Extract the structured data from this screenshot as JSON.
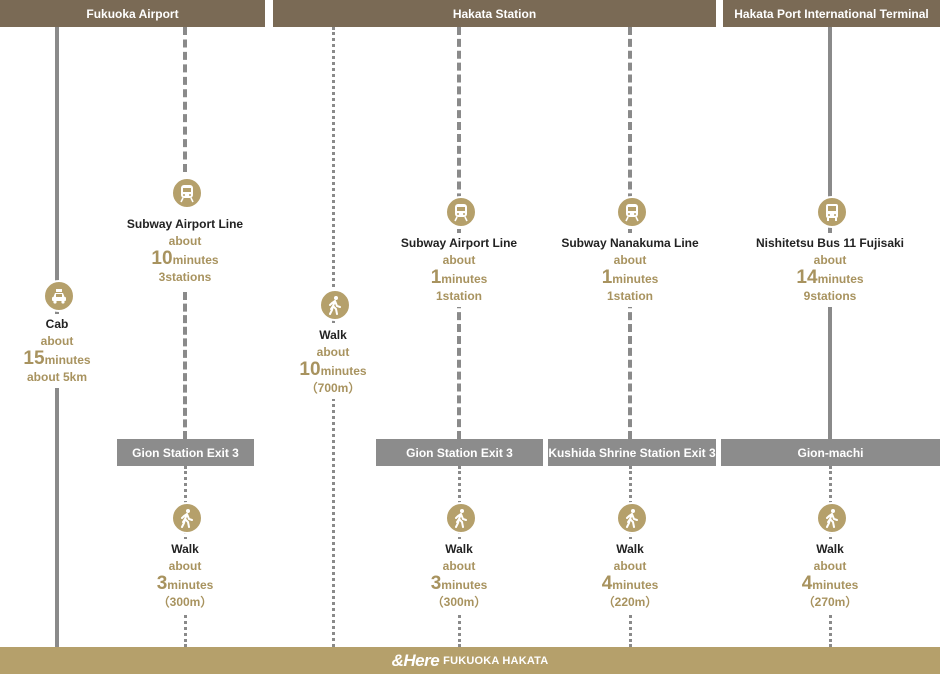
{
  "origins": [
    {
      "label": "Fukuoka Airport"
    },
    {
      "label": "Hakata Station"
    },
    {
      "label": "Hakata Port International Terminal"
    }
  ],
  "routes": [
    {
      "mode": "Cab",
      "about": "about",
      "number": "15",
      "unit": "minutes",
      "detail": "about 5km",
      "icon": "taxi-icon"
    },
    {
      "mode": "Subway Airport Line",
      "about": "about",
      "number": "10",
      "unit": "minutes",
      "detail": "3stations",
      "icon": "train-icon"
    },
    {
      "mode": "Walk",
      "about": "about",
      "number": "10",
      "unit": "minutes",
      "detail": "（700m）",
      "icon": "walk-icon"
    },
    {
      "mode": "Subway Airport Line",
      "about": "about",
      "number": "1",
      "unit": "minutes",
      "detail": "1station",
      "icon": "train-icon"
    },
    {
      "mode": "Subway Nanakuma Line",
      "about": "about",
      "number": "1",
      "unit": "minutes",
      "detail": "1station",
      "icon": "train-icon"
    },
    {
      "mode": "Nishitetsu Bus 11 Fujisaki",
      "about": "about",
      "number": "14",
      "unit": "minutes",
      "detail": "9stations",
      "icon": "bus-icon"
    }
  ],
  "stops": [
    {
      "label": "Gion Station Exit 3"
    },
    {
      "label": "Gion Station Exit 3"
    },
    {
      "label": "Kushida Shrine Station Exit 3"
    },
    {
      "label": "Gion-machi"
    }
  ],
  "walks": [
    {
      "mode": "Walk",
      "about": "about",
      "number": "3",
      "unit": "minutes",
      "detail": "（300m）",
      "icon": "walk-icon"
    },
    {
      "mode": "Walk",
      "about": "about",
      "number": "3",
      "unit": "minutes",
      "detail": "（300m）",
      "icon": "walk-icon"
    },
    {
      "mode": "Walk",
      "about": "about",
      "number": "4",
      "unit": "minutes",
      "detail": "（220m）",
      "icon": "walk-icon"
    },
    {
      "mode": "Walk",
      "about": "about",
      "number": "4",
      "unit": "minutes",
      "detail": "（270m）",
      "icon": "walk-icon"
    }
  ],
  "destination": {
    "logo": "&Here",
    "name": "FUKUOKA HAKATA"
  },
  "colors": {
    "header": "#7a6a55",
    "accent": "#b5a06b",
    "stop": "#8c8c8c",
    "line": "#8a8a8a"
  }
}
